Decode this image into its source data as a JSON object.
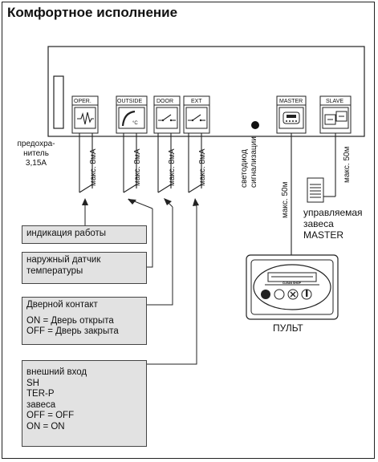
{
  "title": "Комфортное исполнение",
  "terminals": {
    "oper": "OPER.",
    "outside": "OUTSIDE",
    "door": "DOOR",
    "ext": "EXT",
    "master": "MASTER",
    "slave": "SLAVE",
    "celsius": "°C"
  },
  "fuse": {
    "line1": "предохра-",
    "line2": "нитель",
    "line3": "3,15А"
  },
  "led_label": {
    "line1": "светодиод",
    "line2": "сигнализации"
  },
  "cable_limits": {
    "small": "макс. 8мА",
    "long": "макс. 50м"
  },
  "slave_curtain": {
    "line1": "управляемая",
    "line2": "завеса",
    "line3": "MASTER"
  },
  "remote": {
    "label": "ПУЛЬТ",
    "screen_text": "CLEAN SHOP"
  },
  "boxes": {
    "work": "индикация работы",
    "outside_sensor": {
      "line1": "наружный датчик",
      "line2": "температуры"
    },
    "door": {
      "title": "Дверной контакт",
      "on": "ON = Дверь открыта",
      "off": "OFF = Дверь закрыта"
    },
    "ext": {
      "lines": [
        "внешний вход",
        "SH",
        "TER-P",
        "завеса",
        "OFF = OFF",
        "ON = ON"
      ]
    }
  }
}
